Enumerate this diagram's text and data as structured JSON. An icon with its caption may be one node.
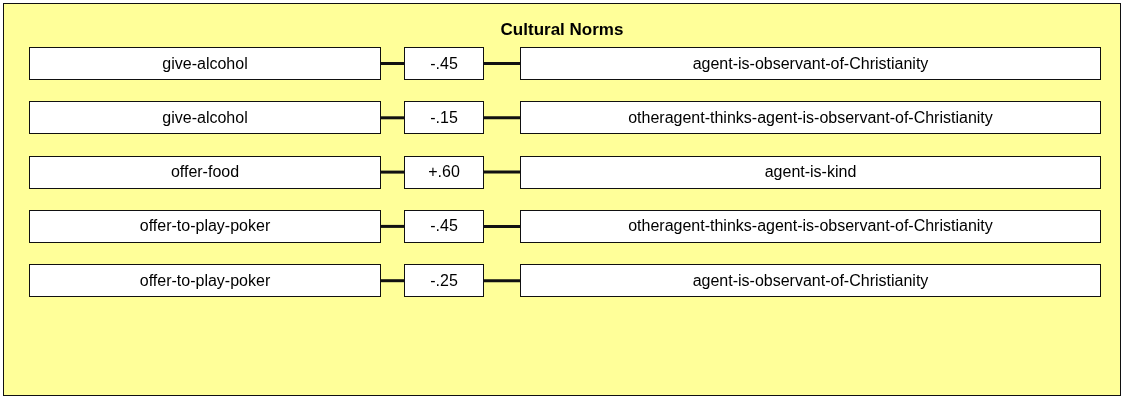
{
  "diagram": {
    "nodes": [
      {
        "text": [
          "Cultural Norms"
        ]
      },
      {
        "text": [
          "give-alcohol"
        ],
        "in": 0
      },
      {
        "text": [
          "-.45"
        ],
        "in": 0
      },
      {
        "text": [
          "agent-is-observant-of-Christianity"
        ],
        "in": 0
      },
      {
        "text": [
          "give-alcohol"
        ],
        "in": 0
      },
      {
        "text": [
          "-.15"
        ],
        "in": 0
      },
      {
        "text": [
          "otheragent-thinks-agent-is-observant-of-Christianity"
        ],
        "in": 0
      },
      {
        "text": [
          "offer-food"
        ],
        "in": 0
      },
      {
        "text": [
          "+.60"
        ],
        "in": 0
      },
      {
        "text": [
          "agent-is-kind"
        ],
        "in": 0
      },
      {
        "text": [
          "offer-to-play-poker"
        ],
        "in": 0
      },
      {
        "text": [
          "-.45"
        ],
        "in": 0
      },
      {
        "text": [
          "otheragent-thinks-agent-is-observant-of-Christianity"
        ],
        "in": 0
      },
      {
        "text": [
          "offer-to-play-poker"
        ],
        "in": 0
      },
      {
        "text": [
          "-.25"
        ],
        "in": 0
      },
      {
        "text": [
          "agent-is-observant-of-Christianity"
        ],
        "in": 0
      }
    ],
    "edges": [
      {
        "from": 1,
        "to": 2,
        "arrow": "none"
      },
      {
        "from": 2,
        "to": 3,
        "arrow": "none"
      },
      {
        "from": 4,
        "to": 5,
        "arrow": "none"
      },
      {
        "from": 5,
        "to": 6,
        "arrow": "none"
      },
      {
        "from": 7,
        "to": 8,
        "arrow": "none"
      },
      {
        "from": 8,
        "to": 9,
        "arrow": "none"
      },
      {
        "from": 10,
        "to": 11,
        "arrow": "none"
      },
      {
        "from": 11,
        "to": 12,
        "arrow": "none"
      },
      {
        "from": 13,
        "to": 14,
        "arrow": "none"
      },
      {
        "from": 14,
        "to": 15,
        "arrow": "none"
      }
    ]
  }
}
